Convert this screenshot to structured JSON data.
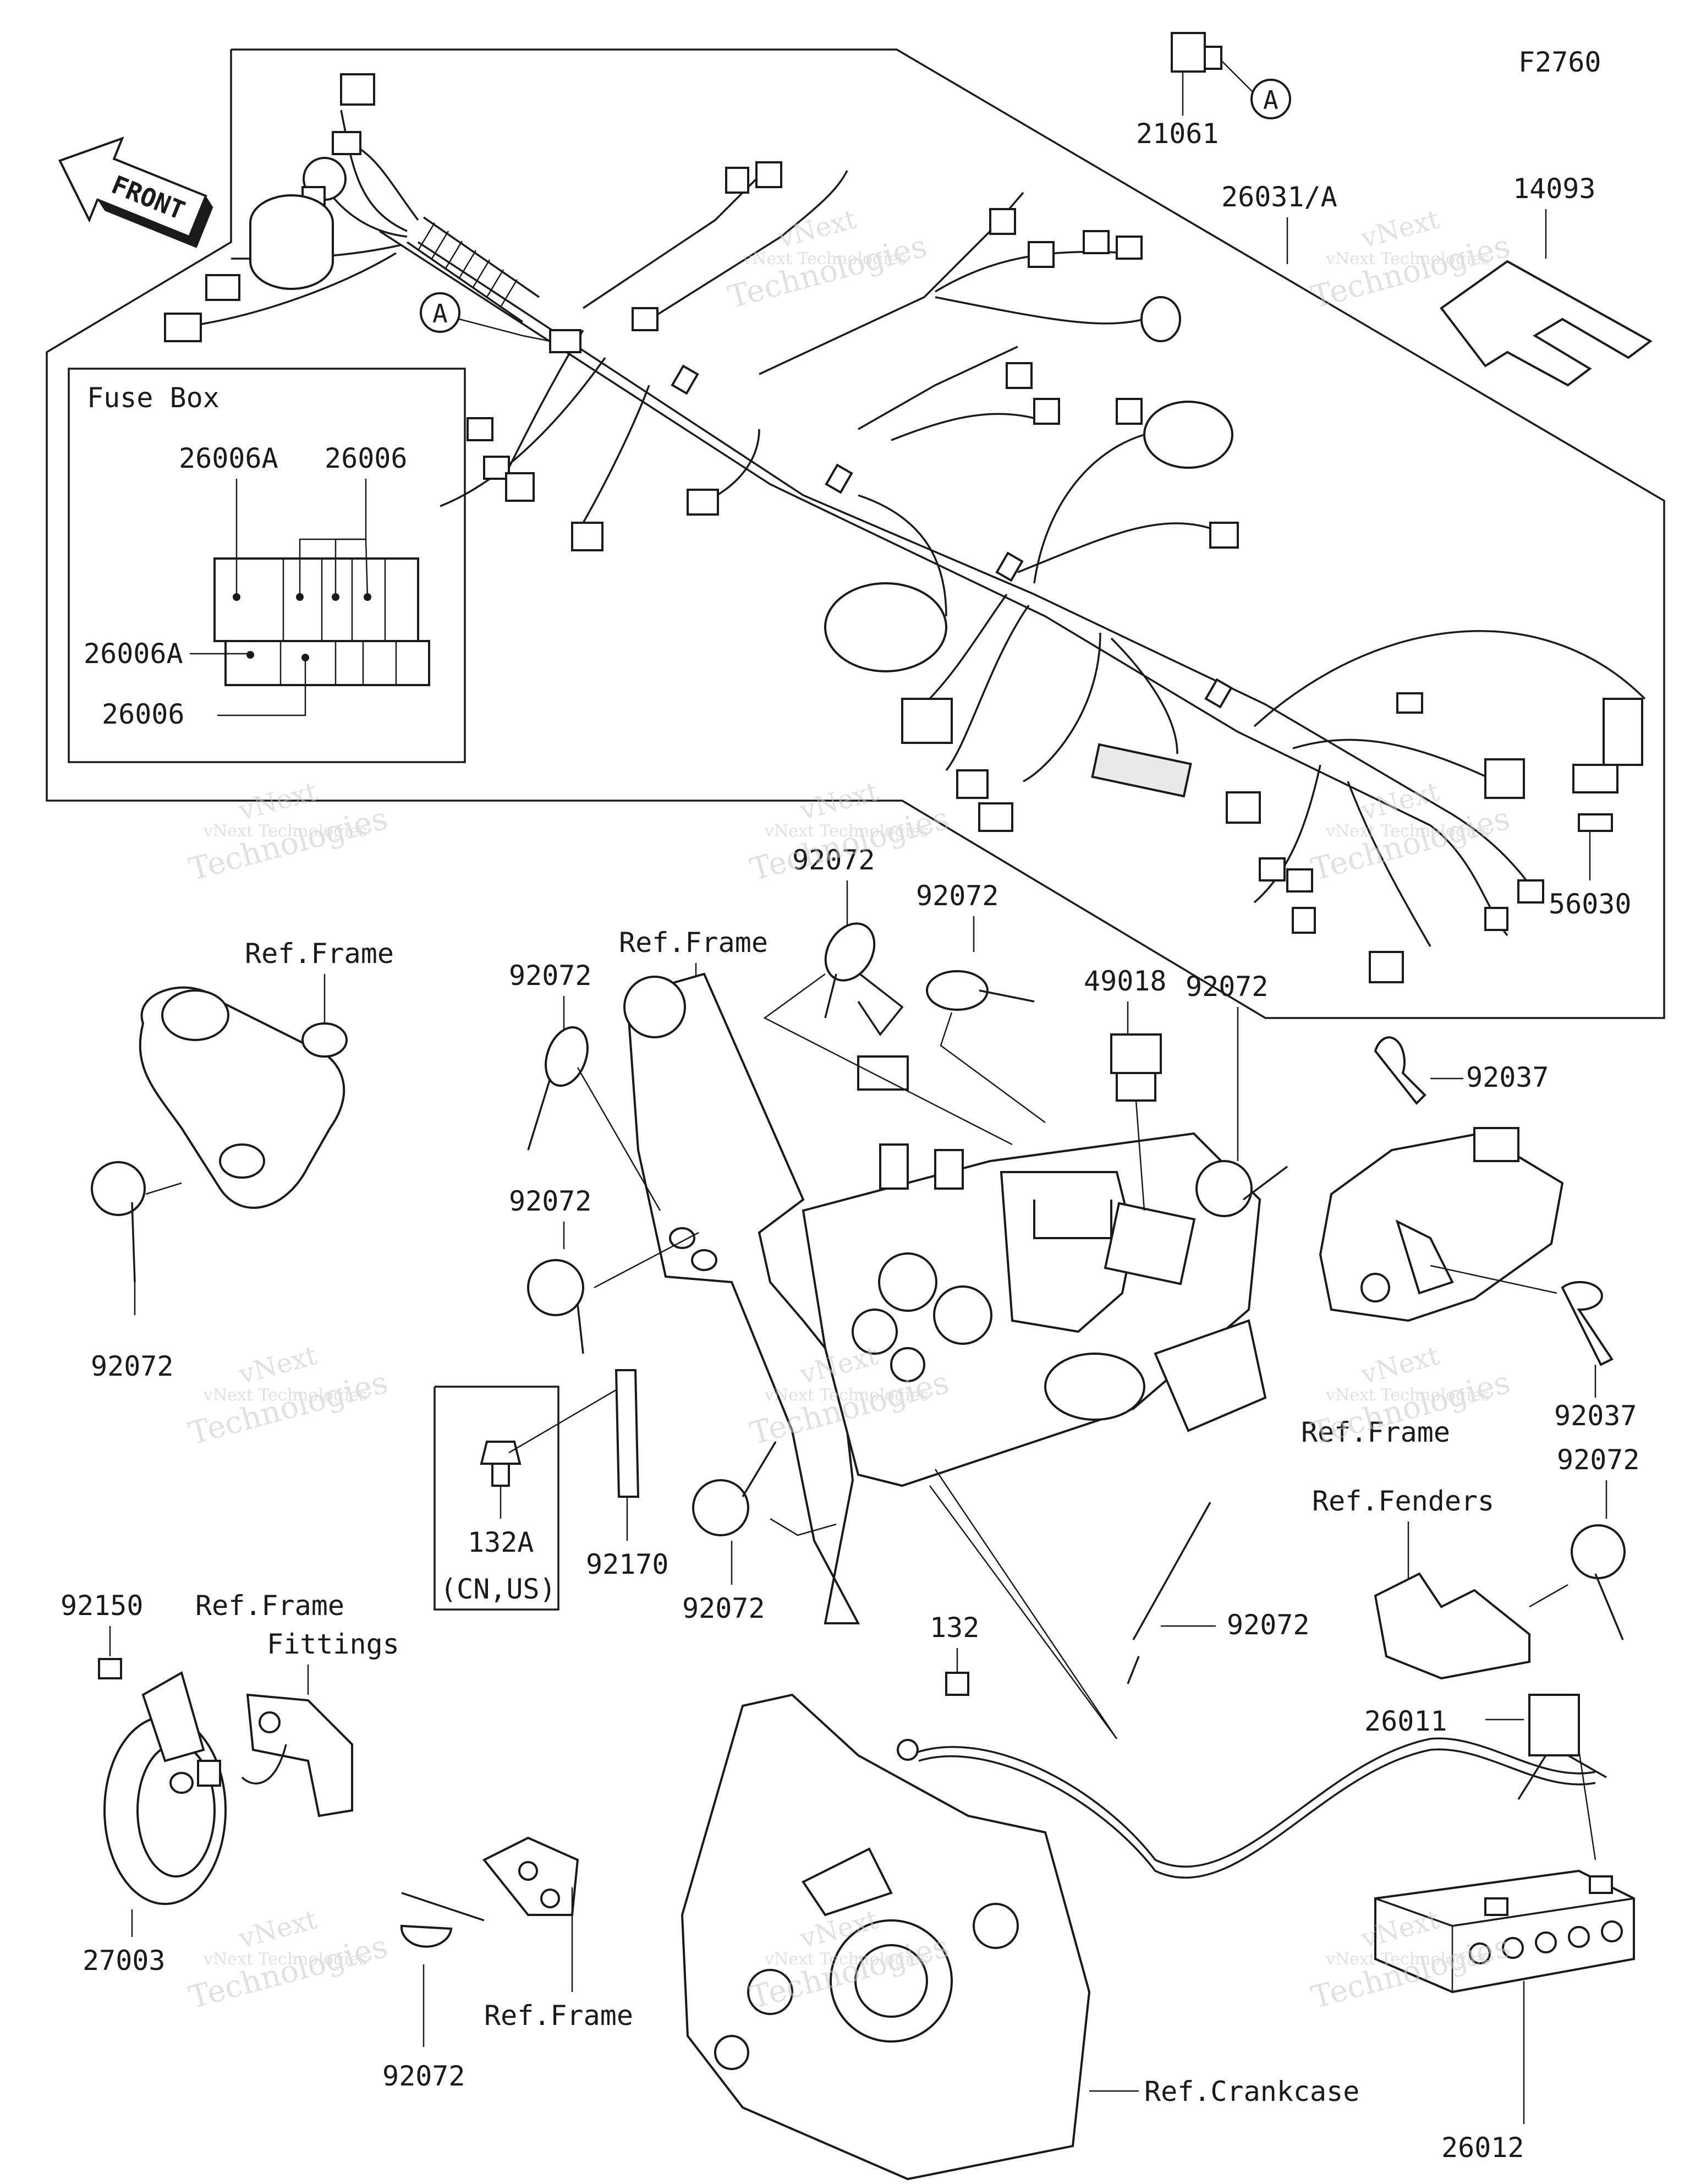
{
  "figure_code": "F2760",
  "front_arrow_label": "FRONT",
  "callout_letter": "A",
  "fuse_box": {
    "title": "Fuse Box",
    "labels": [
      "26006A",
      "26006",
      "26006A",
      "26006"
    ]
  },
  "part_numbers": {
    "p21061": "21061",
    "p26031": "26031/A",
    "p14093": "14093",
    "p56030": "56030",
    "p92072_a": "92072",
    "p92072_b": "92072",
    "p92072_c": "92072",
    "p92072_d": "92072",
    "p92072_e": "92072",
    "p92072_f": "92072",
    "p92072_g": "92072",
    "p92072_h": "92072",
    "p92072_i": "92072",
    "p92072_j": "92072",
    "p49018": "49018",
    "p92037_a": "92037",
    "p92037_b": "92037",
    "p132A": "132A",
    "p132A_note": "(CN,US)",
    "p92170": "92170",
    "p92150": "92150",
    "p27003": "27003",
    "p132": "132",
    "p26011": "26011",
    "p26012": "26012"
  },
  "references": {
    "frame_left": "Ref.Frame",
    "frame_center": "Ref.Frame",
    "frame_right": "Ref.Frame",
    "fenders": "Ref.Fenders",
    "frame_fittings_1": "Ref.Frame",
    "frame_fittings_2": "Fittings",
    "frame_bottom": "Ref.Frame",
    "crankcase": "Ref.Crankcase"
  },
  "watermark": {
    "line1": "vNext Technologies",
    "line2": "vNext",
    "line3": "Technologies"
  },
  "colors": {
    "ink": "#1a1a1a",
    "watermark": "#c8c8c8",
    "background": "#ffffff"
  }
}
